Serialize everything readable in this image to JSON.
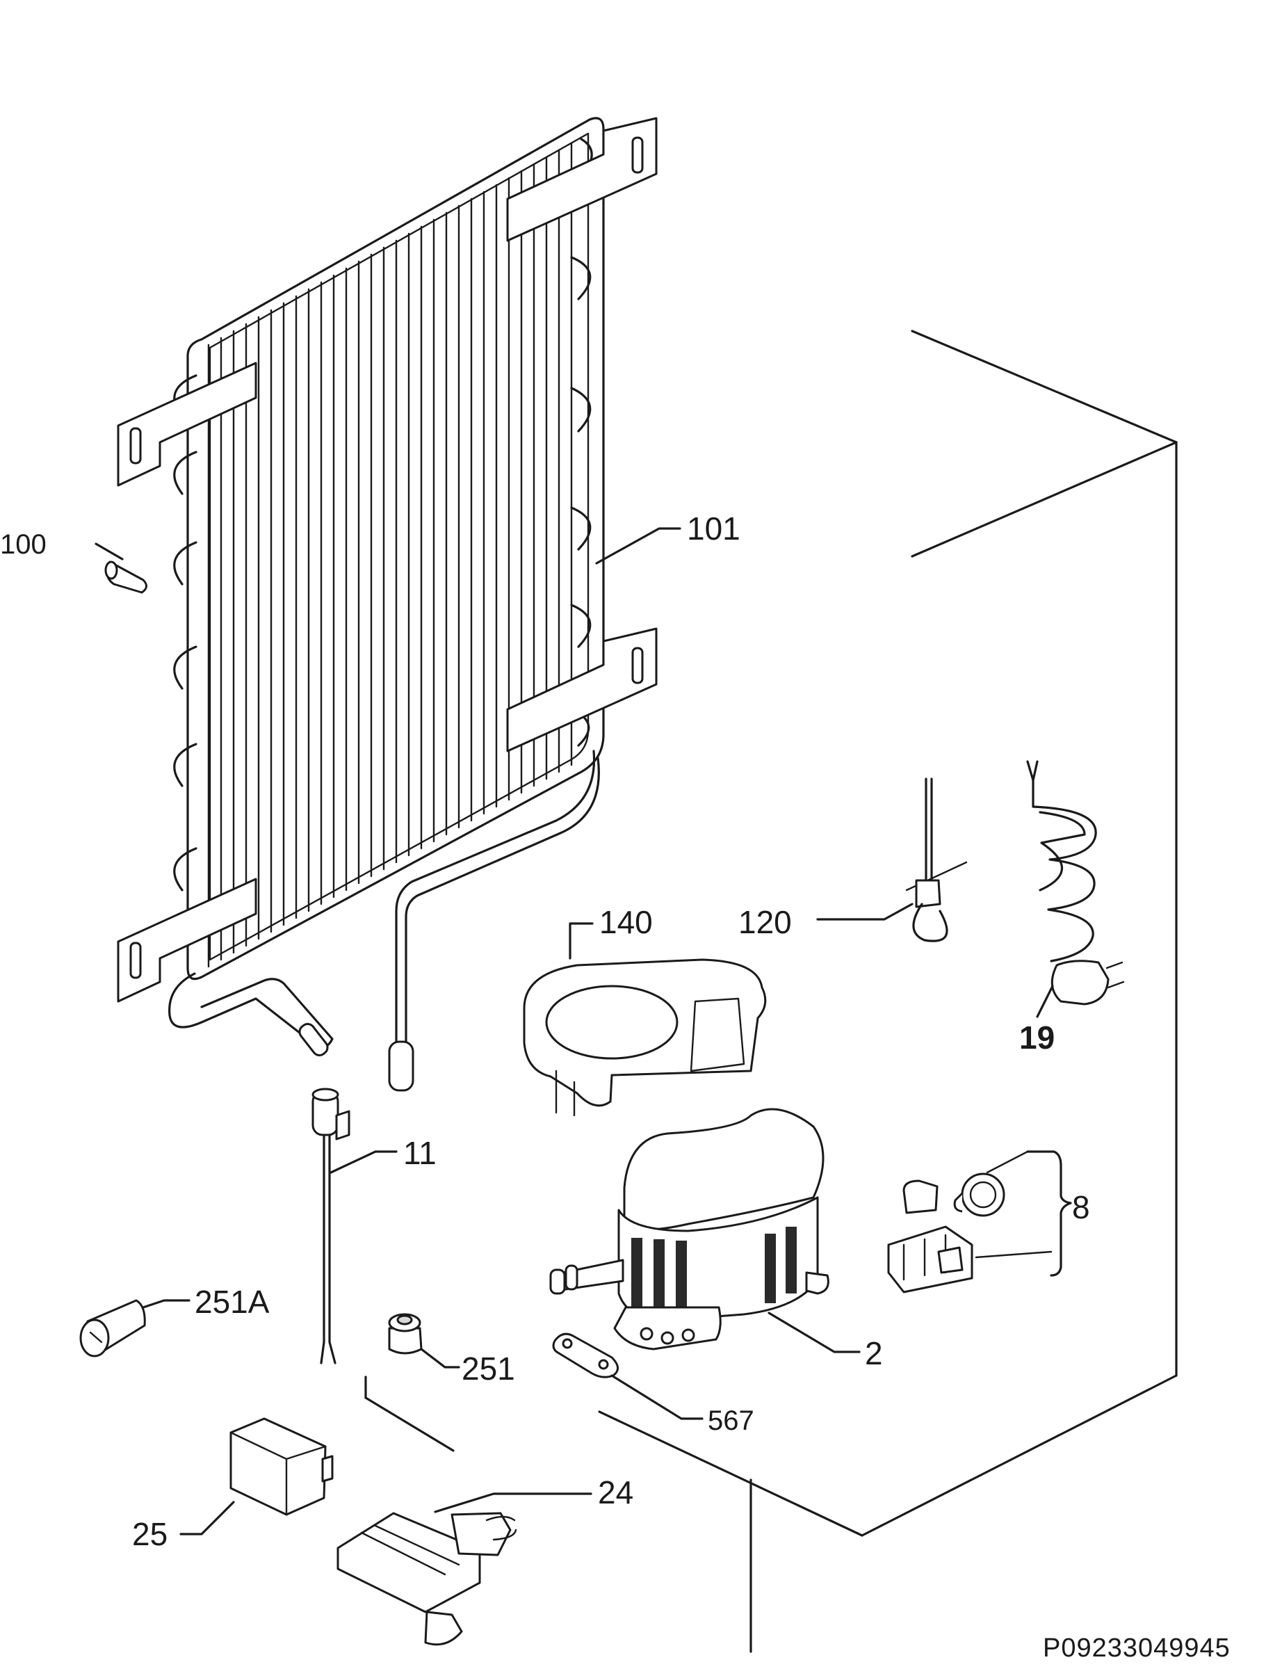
{
  "labels": {
    "condenser": "101",
    "grommet_condenser": "100",
    "drain_pipe": "11",
    "tray": "140",
    "sensor": "120",
    "power_cable": "19",
    "relay_set": "8",
    "compressor": "2",
    "damper_251a": "251A",
    "damper_251": "251",
    "clip_567": "567",
    "capacitor": "25",
    "starter": "24"
  },
  "document_id": "P09233049945",
  "colors": {
    "ink": "#1a1a1a",
    "background": "#ffffff"
  }
}
